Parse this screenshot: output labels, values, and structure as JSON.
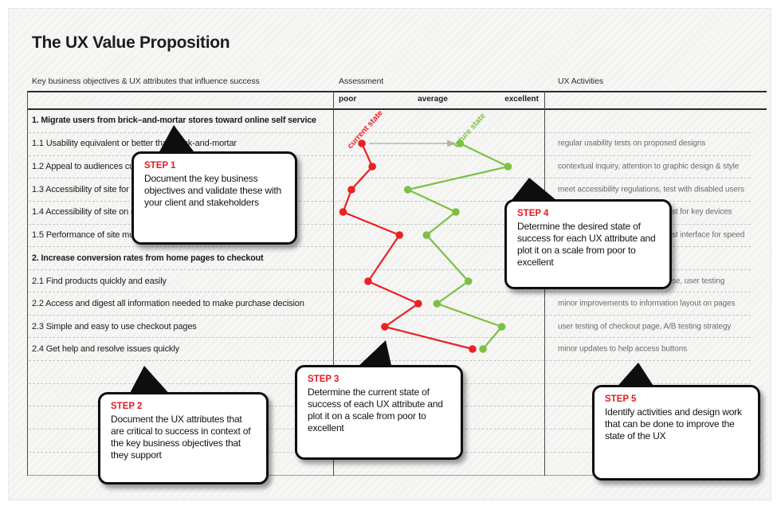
{
  "page": {
    "title": "The UX Value Proposition"
  },
  "table": {
    "col1_header": "Key business objectives & UX attributes that influence success",
    "col2_header": "Assessment",
    "col3_header": "UX Activities",
    "scale_labels": {
      "poor": "poor",
      "average": "average",
      "excellent": "excellent"
    },
    "rows": [
      {
        "label": "1. Migrate users from brick–and-mortar stores toward online self service",
        "bold": true
      },
      {
        "label": "1.1 Usability equivalent or better than brick-and-mortar",
        "bold": false
      },
      {
        "label": "1.2 Appeal to audiences currently using stores",
        "bold": false
      },
      {
        "label": "1.3 Accessibility of site for disabled users",
        "bold": false
      },
      {
        "label": "1.4  Accessibility of site on mobile devices",
        "bold": false
      },
      {
        "label": "1.5  Performance of site must be fast",
        "bold": false
      },
      {
        "label": "2. Increase conversion rates from home pages to checkout",
        "bold": true
      },
      {
        "label": "2.1 Find products quickly and easily",
        "bold": false
      },
      {
        "label": "2.2  Access and digest all information needed to make purchase decision",
        "bold": false
      },
      {
        "label": "2.3  Simple and easy to use checkout pages",
        "bold": false
      },
      {
        "label": "2.4  Get help and resolve issues quickly",
        "bold": false
      }
    ],
    "activities": [
      {
        "text": "regular usability tests on proposed designs",
        "fragment": false
      },
      {
        "text": "contextual inquiry, attention to graphic design & style",
        "fragment": false
      },
      {
        "text": "meet accessibility regulations, test with disabled users",
        "fragment": false
      },
      {
        "text": "st for key devices",
        "fragment": true
      },
      {
        "text": "st interface for speed",
        "fragment": true
      },
      {
        "text": "se, user testing",
        "fragment": true
      },
      {
        "text": "minor improvements to information layout on pages",
        "fragment": false
      },
      {
        "text": "user testing of checkout page, A/B testing strategy",
        "fragment": false
      },
      {
        "text": "minor updates to help access buttons",
        "fragment": false
      }
    ]
  },
  "chart_data": {
    "type": "line",
    "orientation": "horizontal-rows",
    "x_axis_labels": [
      "poor",
      "average",
      "excellent"
    ],
    "x_range": [
      0,
      100
    ],
    "categories": [
      "1.1",
      "1.2",
      "1.3",
      "1.4",
      "1.5",
      "2.1",
      "2.2",
      "2.3",
      "2.4"
    ],
    "series": [
      {
        "name": "current state",
        "color": "#ed2024",
        "values": [
          13,
          18,
          8,
          4,
          31,
          16,
          40,
          24,
          66
        ]
      },
      {
        "name": "future state",
        "color": "#7cc142",
        "values": [
          60,
          83,
          35,
          58,
          44,
          64,
          49,
          80,
          71
        ]
      }
    ],
    "annotations": {
      "arrow_row": "1.1",
      "arrow_color": "#b3b3b3",
      "arrow_meaning": "from current state to future state"
    },
    "legend": {
      "current": "current state",
      "future": "future state"
    },
    "grid": "dashed-horizontal"
  },
  "steps": [
    {
      "label": "STEP 1",
      "text": "Document the key  business objectives and validate these with your client and stakeholders"
    },
    {
      "label": "STEP 2",
      "text": "Document the UX attributes that are critical to success in context of the key business objectives that they support"
    },
    {
      "label": "STEP 3",
      "text": "Determine the current state of success of each UX attribute and plot it on a scale from poor to excellent"
    },
    {
      "label": "STEP 4",
      "text": "Determine the desired state of success for each UX attribute and plot it on a scale from poor to excellent"
    },
    {
      "label": "STEP 5",
      "text": "Identify activities and design work that can be done to improve the state of the UX"
    }
  ]
}
